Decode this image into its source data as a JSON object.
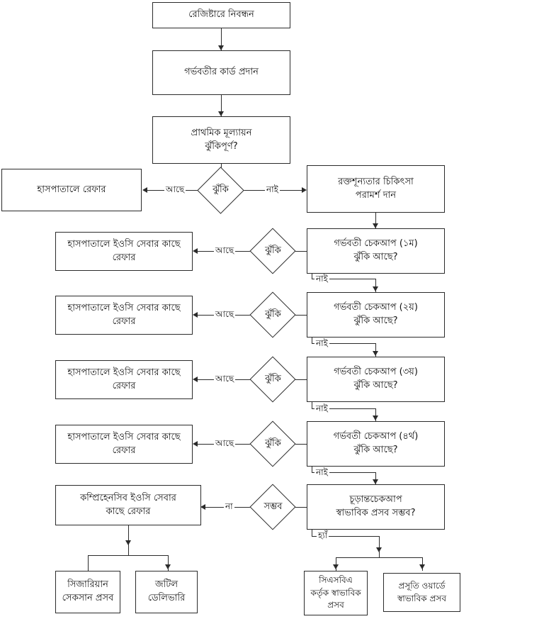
{
  "diagram": {
    "title": "রেজিষ্টারে নিবন্ধন",
    "type": "flowchart",
    "language": "Bengali",
    "nodes": [
      {
        "id": "register",
        "shape": "process",
        "lines": [
          "রেজিষ্টারে নিবন্ধন"
        ]
      },
      {
        "id": "card",
        "shape": "process",
        "lines": [
          "গর্ভবতীর কার্ড প্রদান"
        ]
      },
      {
        "id": "primary",
        "shape": "process",
        "lines": [
          "প্রাথমিক মূল্যায়ন",
          "ঝুঁকিপূর্ণ?"
        ]
      },
      {
        "id": "hosp-refer",
        "shape": "process",
        "lines": [
          "হাসপাতালে রেফার"
        ]
      },
      {
        "id": "anemia",
        "shape": "process",
        "lines": [
          "রক্তশূন্যতার চিকিৎসা",
          "পরামর্শ দান"
        ]
      },
      {
        "id": "eoc1",
        "shape": "process",
        "lines": [
          "হাসপাতালে ইওসি সেবার কাছে",
          "রেফার"
        ]
      },
      {
        "id": "checkup1",
        "shape": "process",
        "lines": [
          "গর্ভবতী চেকআপ (১ম)",
          "ঝুঁকি আছে?"
        ]
      },
      {
        "id": "eoc2",
        "shape": "process",
        "lines": [
          "হাসপাতালে ইওসি সেবার কাছে",
          "রেফার"
        ]
      },
      {
        "id": "checkup2",
        "shape": "process",
        "lines": [
          "গর্ভবতী চেকআপ (২য়)",
          "ঝুঁকি আছে?"
        ]
      },
      {
        "id": "eoc3",
        "shape": "process",
        "lines": [
          "হাসপাতালে ইওসি সেবার কাছে",
          "রেফার"
        ]
      },
      {
        "id": "checkup3",
        "shape": "process",
        "lines": [
          "গর্ভবতী চেকআপ (৩য়)",
          "ঝুঁকি আছে?"
        ]
      },
      {
        "id": "eoc4",
        "shape": "process",
        "lines": [
          "হাসপাতালে ইওসি সেবার কাছে",
          "রেফার"
        ]
      },
      {
        "id": "checkup4",
        "shape": "process",
        "lines": [
          "গর্ভবতী চেকআপ (৪র্থ)",
          "ঝুঁকি আছে?"
        ]
      },
      {
        "id": "comp-eoc",
        "shape": "process",
        "lines": [
          "কম্প্রিহেনসিব ইওসি সেবার",
          "কাছে রেফার"
        ]
      },
      {
        "id": "final",
        "shape": "process",
        "lines": [
          "চূড়ান্তচেকআপ",
          "স্বাভাবিক প্রসব সম্ভব?"
        ]
      },
      {
        "id": "cesarean",
        "shape": "process",
        "lines": [
          "সিজারিয়ান",
          "সেকসান প্রসব"
        ]
      },
      {
        "id": "complex",
        "shape": "process",
        "lines": [
          "জটিল",
          "ডেলিভারি"
        ]
      },
      {
        "id": "csba",
        "shape": "process",
        "lines": [
          "সিএসবিএ",
          "কর্তৃক স্বাভাবিক",
          "প্রসব"
        ]
      },
      {
        "id": "ward",
        "shape": "process",
        "lines": [
          "প্রসূতি ওয়ার্ডে",
          "স্বাভাবিক প্রসব"
        ]
      }
    ],
    "decisions": [
      {
        "id": "risk0",
        "label": "ঝুঁকি"
      },
      {
        "id": "risk1",
        "label": "ঝুঁকি"
      },
      {
        "id": "risk2",
        "label": "ঝুঁকি"
      },
      {
        "id": "risk3",
        "label": "ঝুঁকি"
      },
      {
        "id": "risk4",
        "label": "ঝুঁকি"
      },
      {
        "id": "possible",
        "label": "সম্ভব"
      }
    ],
    "edge_labels": {
      "ache_0": "আছে",
      "nai_0": "নাই",
      "ache_1": "আছে",
      "nai_1": "নাই",
      "ache_2": "আছে",
      "nai_2": "নাই",
      "ache_3": "আছে",
      "nai_3": "নাই",
      "ache_4": "আছে",
      "nai_4": "নাই",
      "na": "না",
      "ha": "হ্যাঁ"
    },
    "colors": {
      "stroke": "#2b2b2b",
      "fill": "#ffffff",
      "text": "#111111"
    }
  }
}
